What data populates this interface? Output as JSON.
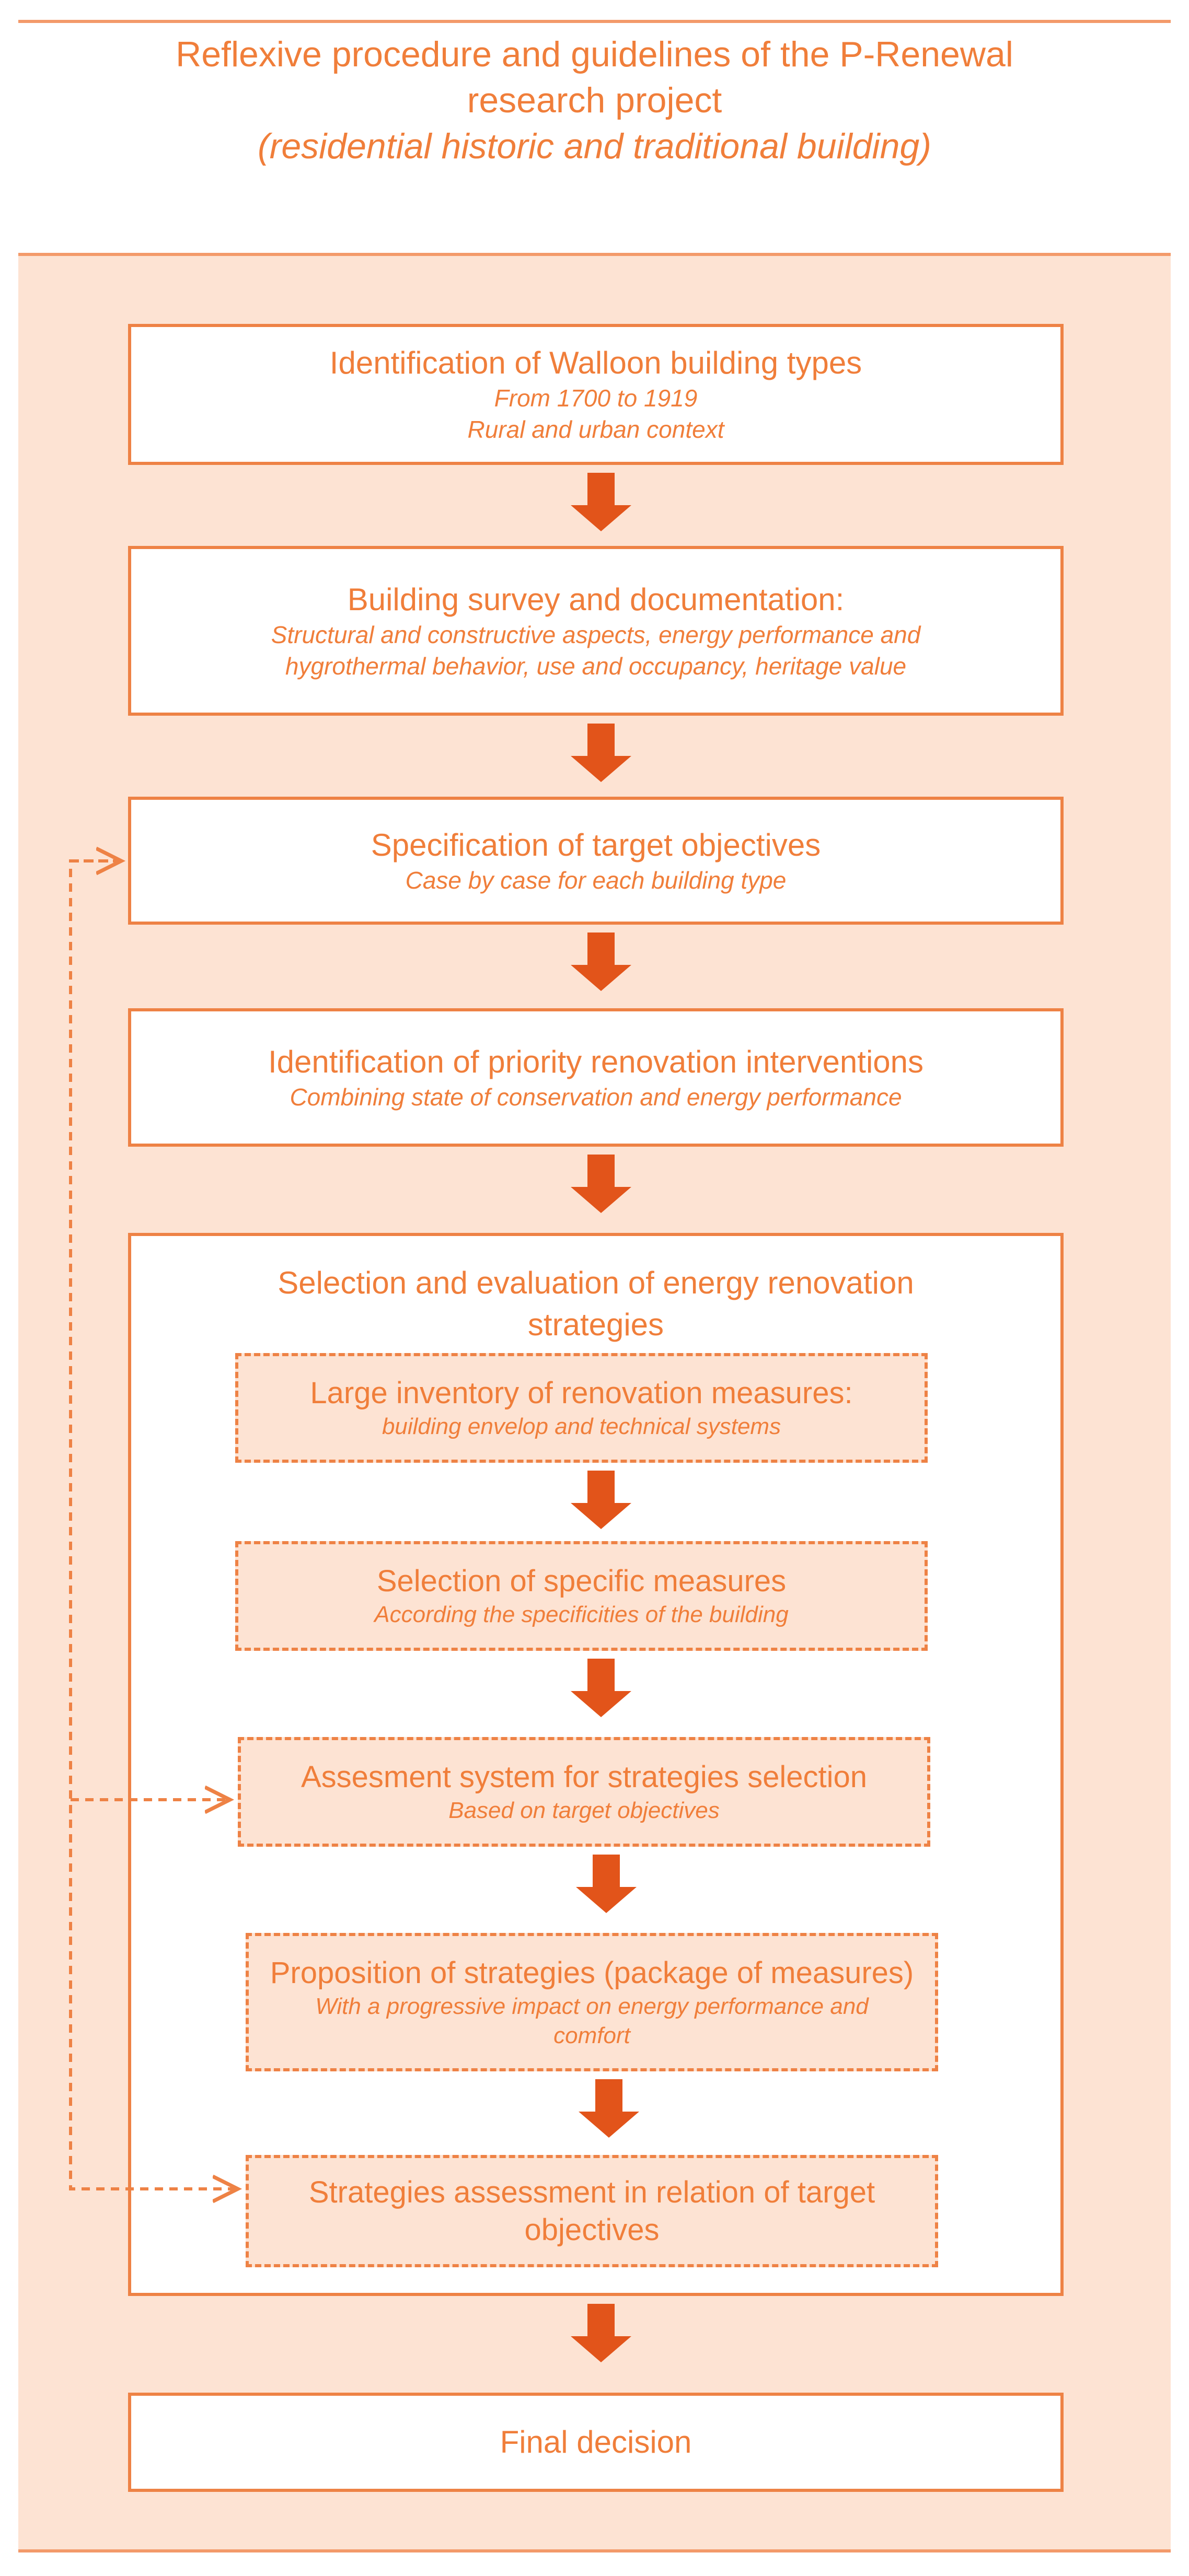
{
  "header": {
    "title_line1": "Reflexive procedure and guidelines of the P-Renewal",
    "title_line2": "research project",
    "subtitle": "(residential historic and traditional building)"
  },
  "steps": [
    {
      "title": "Identification of Walloon building types",
      "sub1": "From 1700 to 1919",
      "sub2": "Rural and urban context"
    },
    {
      "title": "Building survey and documentation:",
      "sub1": "Structural and constructive aspects, energy performance and",
      "sub2": "hygrothermal behavior, use and occupancy, heritage value"
    },
    {
      "title": "Specification of target objectives",
      "sub1": "Case by case for each building type"
    },
    {
      "title": "Identification of priority renovation interventions",
      "sub1": "Combining state of conservation and energy performance"
    }
  ],
  "strategy_group": {
    "title_line1": "Selection and evaluation of energy renovation",
    "title_line2": "strategies",
    "substeps": [
      {
        "title": "Large inventory of renovation measures:",
        "sub1": "building envelop and technical systems"
      },
      {
        "title": "Selection of specific measures",
        "sub1": "According the specificities of the building"
      },
      {
        "title": "Assesment system for strategies selection",
        "sub1": "Based on target objectives"
      },
      {
        "title": "Proposition of strategies (package of measures)",
        "sub1": "With a progressive impact on energy performance and",
        "sub2": "comfort"
      },
      {
        "title": "Strategies assessment in relation of target",
        "title2": "objectives"
      }
    ]
  },
  "final": {
    "title": "Final decision"
  },
  "colors": {
    "accent": "#ee8245",
    "arrow": "#e2541a",
    "panel": "#fde3d3",
    "text": "#f07e3a"
  }
}
